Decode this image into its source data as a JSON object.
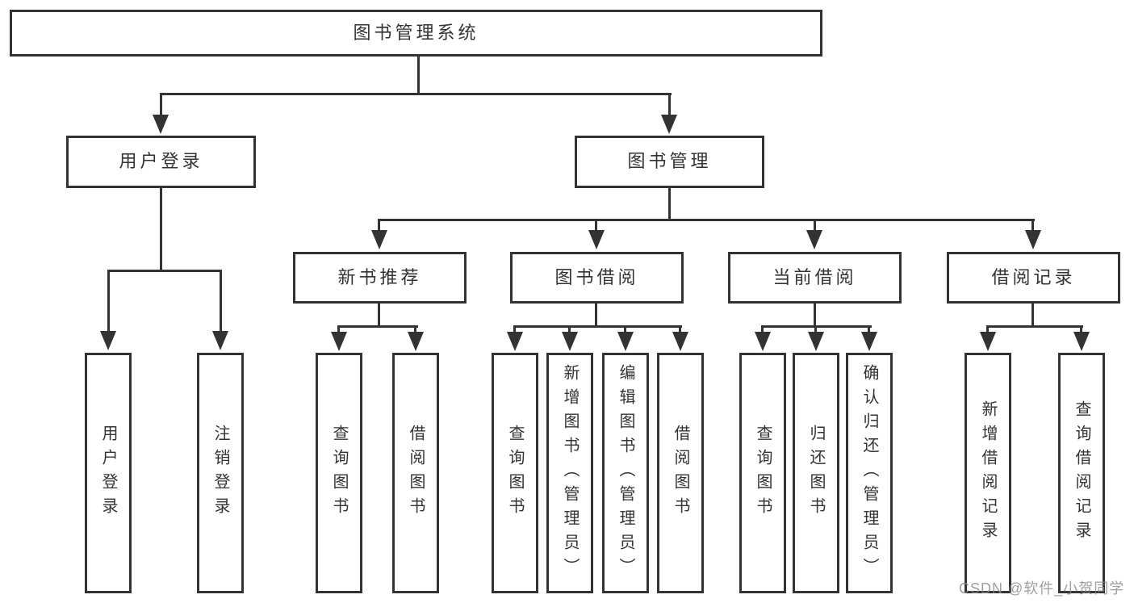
{
  "diagram": {
    "root": {
      "label": "图书管理系统"
    },
    "level2": [
      {
        "label": "用户登录"
      },
      {
        "label": "图书管理"
      }
    ],
    "level3": [
      {
        "label": "新书推荐"
      },
      {
        "label": "图书借阅"
      },
      {
        "label": "当前借阅"
      },
      {
        "label": "借阅记录"
      }
    ],
    "leaves": {
      "login": [
        "用户登录",
        "注销登录"
      ],
      "recommend": [
        "查询图书",
        "借阅图书"
      ],
      "borrow": [
        "查询图书",
        "新增图书（管理员）",
        "编辑图书（管理员）",
        "借阅图书"
      ],
      "current": [
        "查询图书",
        "归还图书",
        "确认归还（管理员）"
      ],
      "records": [
        "新增借阅记录",
        "查询借阅记录"
      ]
    }
  },
  "watermark": "CSDN @软件_小贺同学",
  "colors": {
    "line": "#333333",
    "text": "#333333",
    "background": "#FFFFFF",
    "watermark": "#8A8A8A"
  }
}
